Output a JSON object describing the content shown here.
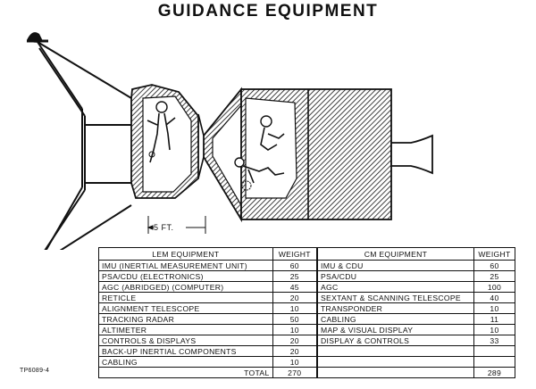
{
  "title": "GUIDANCE EQUIPMENT",
  "scale_label": "5 FT.",
  "lem_table": {
    "headers": [
      "LEM EQUIPMENT",
      "WEIGHT"
    ],
    "rows": [
      [
        "IMU (INERTIAL MEASUREMENT UNIT)",
        "60"
      ],
      [
        "PSA/CDU (ELECTRONICS)",
        "25"
      ],
      [
        "AGC (ABRIDGED) (COMPUTER)",
        "45"
      ],
      [
        "RETICLE",
        "20"
      ],
      [
        "ALIGNMENT TELESCOPE",
        "10"
      ],
      [
        "TRACKING RADAR",
        "50"
      ],
      [
        "ALTIMETER",
        "10"
      ],
      [
        "CONTROLS & DISPLAYS",
        "20"
      ],
      [
        "BACK-UP INERTIAL COMPONENTS",
        "20"
      ],
      [
        "CABLING",
        "10"
      ]
    ],
    "total_label": "TOTAL",
    "total_value": "270"
  },
  "cm_table": {
    "headers": [
      "CM EQUIPMENT",
      "WEIGHT"
    ],
    "rows": [
      [
        "IMU & CDU",
        "60"
      ],
      [
        "PSA/CDU",
        "25"
      ],
      [
        "AGC",
        "100"
      ],
      [
        "SEXTANT & SCANNING TELESCOPE",
        "40"
      ],
      [
        "TRANSPONDER",
        "10"
      ],
      [
        "CABLING",
        "11"
      ],
      [
        "MAP & VISUAL DISPLAY",
        "10"
      ],
      [
        "DISPLAY & CONTROLS",
        "33"
      ],
      [
        "",
        ""
      ],
      [
        "",
        ""
      ]
    ],
    "total_value": "289"
  },
  "figure_code": "TP6089-4"
}
